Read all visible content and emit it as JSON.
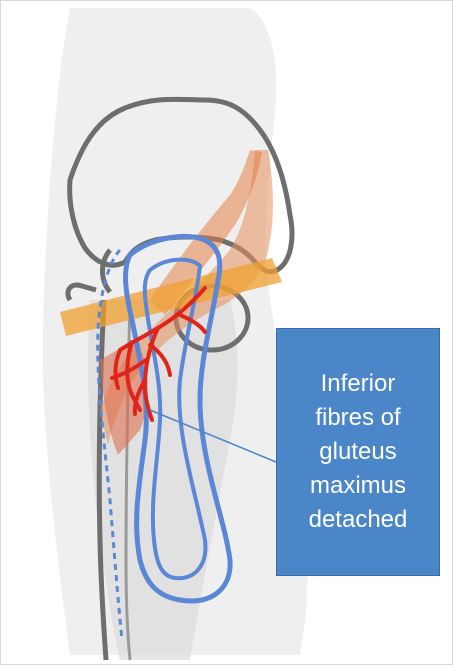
{
  "callout": {
    "lines": [
      "Inferior",
      "fibres of",
      "gluteus",
      "maximus",
      "detached"
    ]
  },
  "colors": {
    "callout_fill": "#4a86c8",
    "bone_outline": "#6e6e6e",
    "flap_outline": "#5b87d6",
    "vessels": "#e0241a",
    "muscle": "#e8905c",
    "retractor": "#f0a030",
    "background_tissue": "#e6e6e6"
  }
}
